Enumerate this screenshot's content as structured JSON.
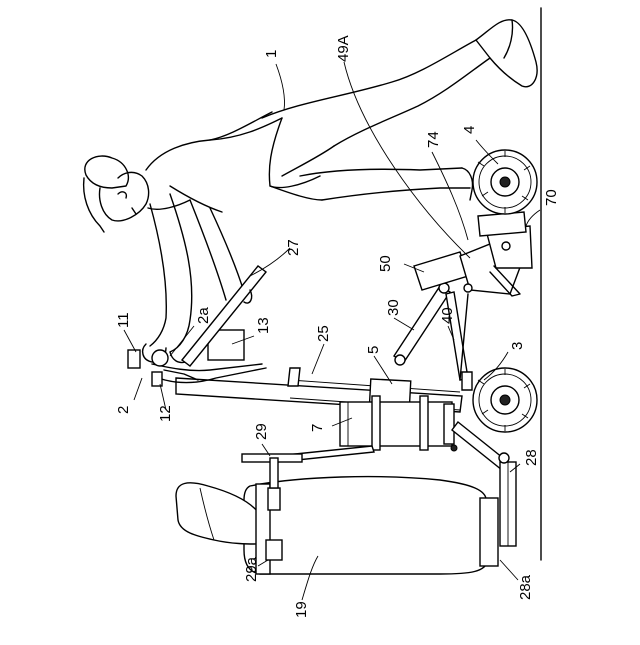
{
  "figure": {
    "labels": {
      "l1": "1",
      "l49A": "49A",
      "l4": "4",
      "l74": "74",
      "l70": "70",
      "l27": "27",
      "l50": "50",
      "l11": "11",
      "l2a": "2a",
      "l13": "13",
      "l30": "30",
      "l40": "40",
      "l25": "25",
      "l5": "5",
      "l3": "3",
      "l2": "2",
      "l12": "12",
      "l7": "7",
      "l29": "29",
      "l28": "28",
      "l29a": "29a",
      "l28a": "28a",
      "l19": "19"
    }
  }
}
